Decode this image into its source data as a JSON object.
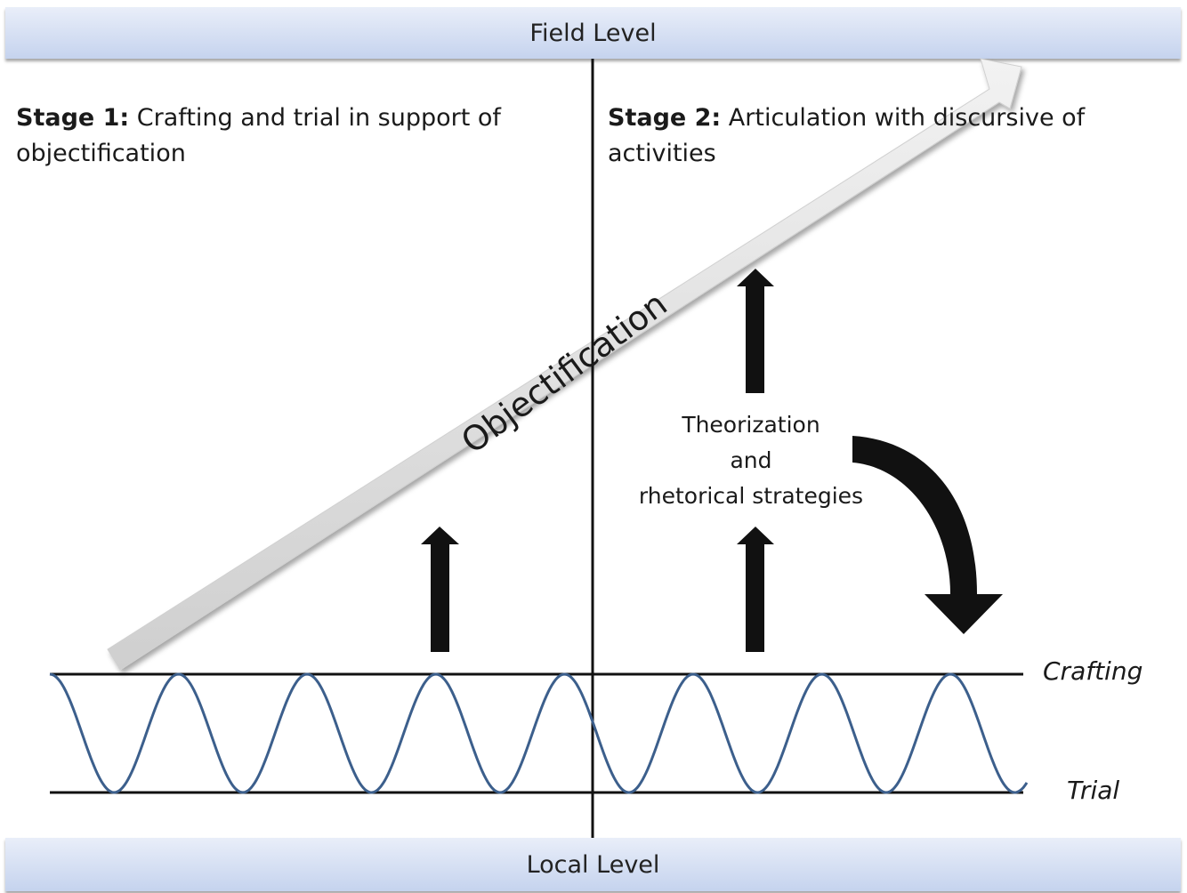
{
  "levels": {
    "top": "Field Level",
    "bottom": "Local Level"
  },
  "stage1": {
    "heading": "Stage 1:",
    "text": "Crafting and trial in support of objectification"
  },
  "stage2": {
    "heading": "Stage 2:",
    "text": "Articulation with discursive of activities"
  },
  "objectification_label": "Objectification",
  "theorization": {
    "line1": "Theorization",
    "line2": "and",
    "line3": "rhetorical strategies"
  },
  "wave_labels": {
    "upper": "Crafting",
    "lower": "Trial"
  },
  "colors": {
    "band_gradient_top": "#e9eef9",
    "band_gradient_bottom": "#c5d3ee",
    "wave": "#3c5f8c",
    "arrow_fill": "#111111",
    "objectification_arrow": "#dcdcdc"
  },
  "icons": [
    "up-arrow-icon",
    "curved-down-arrow-icon",
    "diagonal-arrow-icon"
  ]
}
